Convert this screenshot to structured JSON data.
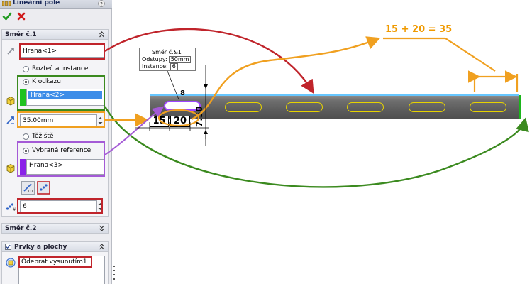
{
  "pm": {
    "title": "Lineární pole",
    "ok_icon": "checkmark-icon",
    "cancel_icon": "x-icon",
    "direction1": {
      "header": "Směr č.1",
      "edge_field": "Hrana<1>",
      "radio_spacing": "Rozteč a instance",
      "radio_reference": "K odkazu:",
      "reference_field": "Hrana<2>",
      "offset_value": "35.00mm",
      "radio_centroid": "Těžiště",
      "radio_selected_ref": "Vybraná reference",
      "selected_ref_field": "Hrana<3>",
      "instances_value": "6"
    },
    "direction2": {
      "header": "Směr č.2"
    },
    "features": {
      "header": "Prvky a plochy",
      "feature_field": "Odebrat vysunutím1"
    }
  },
  "viewport": {
    "tooltip": {
      "title": "Směr č.&1",
      "spacing_label": "Odstupy:",
      "spacing_value": "50mm",
      "instance_label": "Instance:",
      "instance_value": "6"
    },
    "dim_15": "15",
    "dim_20": "20",
    "dim_vertical": "7.50",
    "dim_top": "8",
    "formula": "15 + 20 = 35"
  },
  "colors": {
    "red_outline": "#c0242b",
    "green_outline": "#3b8a1f",
    "orange_outline": "#f0a020",
    "purple_outline": "#a45ad6",
    "selected_blue": "#3d8de8",
    "beam_top_edge": "#67c7ff"
  }
}
